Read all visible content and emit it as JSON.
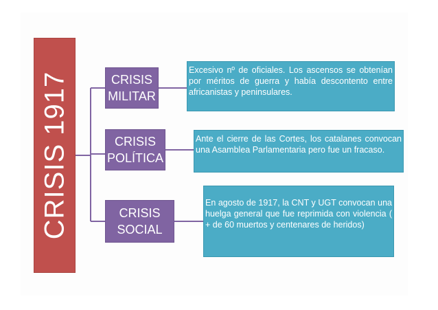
{
  "title": "CRISIS 1917",
  "colors": {
    "title_bg": "#c0504d",
    "crisis_bg": "#8064a2",
    "desc_bg": "#4bacc6",
    "connector": "#8064a2"
  },
  "branches": [
    {
      "label_line1": "CRISIS",
      "label_line2": "MILITAR",
      "description": "Excesivo nº de oficiales. Los ascensos se obtenían por méritos de guerra y había descontento entre africanistas y peninsulares."
    },
    {
      "label_line1": "CRISIS",
      "label_line2": "POLÍTICA",
      "description": "Ante el cierre de las Cortes, los catalanes convocan una Asamblea Parlamentaria pero fue un fracaso."
    },
    {
      "label_line1": "CRISIS",
      "label_line2": "SOCIAL",
      "description": "En agosto de 1917, la CNT y UGT convocan una huelga general que fue reprimida con violencia ( + de 60 muertos y centenares de heridos)"
    }
  ]
}
